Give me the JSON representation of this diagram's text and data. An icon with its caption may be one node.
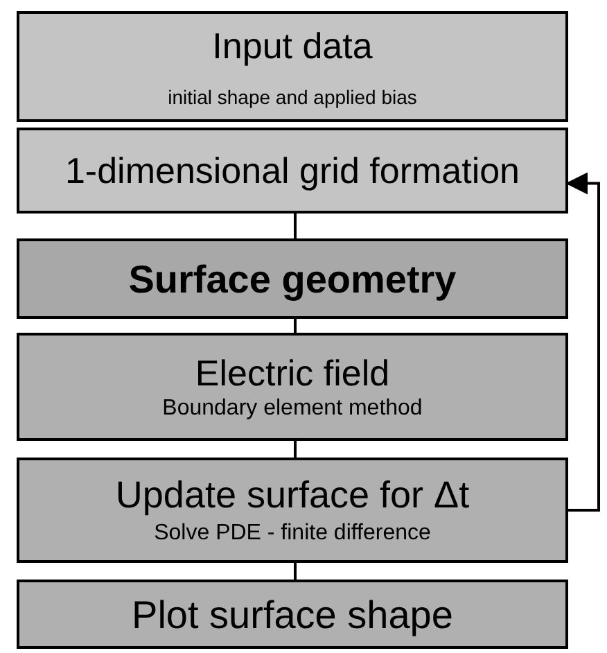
{
  "diagram": {
    "nodes": [
      {
        "text": [
          "Input data",
          "initial shape and applied bias"
        ]
      },
      {
        "text": [
          "1-dimensional grid formation"
        ]
      },
      {
        "text": [
          "Surface geometry"
        ]
      },
      {
        "text": [
          "Electric field",
          "Boundary element method"
        ]
      },
      {
        "text": [
          "Update surface for Δt",
          "Solve PDE - finite difference"
        ]
      },
      {
        "text": [
          "Plot surface shape"
        ]
      }
    ],
    "edges": [
      {
        "from": 1,
        "to": 2,
        "arrow": "none"
      },
      {
        "from": 2,
        "to": 3,
        "arrow": "none"
      },
      {
        "from": 3,
        "to": 4,
        "arrow": "none"
      },
      {
        "from": 4,
        "to": 5,
        "arrow": "none"
      },
      {
        "from": 4,
        "to": 1,
        "arrow": "to"
      }
    ]
  }
}
